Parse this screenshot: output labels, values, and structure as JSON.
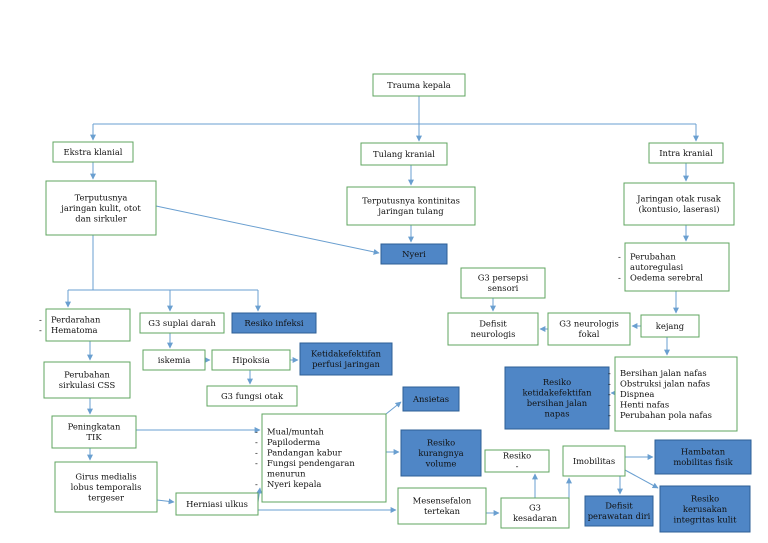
{
  "colors": {
    "box_border": "#5fa45f",
    "arrow": "#6a9fd0",
    "highlight_fill": "#4f86c6",
    "highlight_border": "#2e5f95"
  },
  "nodes": {
    "trauma_kepala": {
      "lines": [
        "Trauma kepala"
      ],
      "highlight": false
    },
    "ekstra_kranial": {
      "lines": [
        "Ekstra klanial"
      ],
      "highlight": false
    },
    "tulang_kranial": {
      "lines": [
        "Tulang kranial"
      ],
      "highlight": false
    },
    "intra_kranial": {
      "lines": [
        "Intra kranial"
      ],
      "highlight": false
    },
    "terputusnya_jaringan": {
      "lines": [
        "Terputusnya",
        "jaringan kulit, otot",
        "dan sirkuler"
      ],
      "highlight": false
    },
    "terputusnya_kontinuitas": {
      "lines": [
        "Terputusnya kontinitas",
        "jaringan tulang"
      ],
      "highlight": false
    },
    "jaringan_otak": {
      "lines": [
        "Jaringan otak rusak",
        "(kontusio, laserasi)"
      ],
      "highlight": false
    },
    "nyeri": {
      "lines": [
        "Nyeri"
      ],
      "highlight": true
    },
    "perubahan_autoregulasi": {
      "lines": [
        "Perubahan",
        "autoregulasi",
        "Oedema serebral"
      ],
      "bullets": [
        "-",
        "",
        "-"
      ],
      "highlight": false
    },
    "g3_persepsi": {
      "lines": [
        "G3 persepsi",
        "sensori"
      ],
      "highlight": false
    },
    "perdarahan": {
      "lines": [
        "Perdarahan",
        "Hematoma"
      ],
      "bullets": [
        "-",
        "-"
      ],
      "highlight": false
    },
    "g3_suplai": {
      "lines": [
        "G3 suplai darah"
      ],
      "highlight": false
    },
    "resiko_infeksi": {
      "lines": [
        "Resiko infeksi"
      ],
      "highlight": true
    },
    "defisit_neurologis": {
      "lines": [
        "Defisit",
        "neurologis"
      ],
      "highlight": false
    },
    "g3_neurologis_fokal": {
      "lines": [
        "G3 neurologis",
        "fokal"
      ],
      "highlight": false
    },
    "kejang": {
      "lines": [
        "kejang"
      ],
      "highlight": false
    },
    "perubahan_sirkulasi": {
      "lines": [
        "Perubahan",
        "sirkulasi CSS"
      ],
      "highlight": false
    },
    "iskemia": {
      "lines": [
        "iskemia"
      ],
      "highlight": false
    },
    "hipoksia": {
      "lines": [
        "Hipoksia"
      ],
      "highlight": false
    },
    "ketidakefektifan_perfusi": {
      "lines": [
        "Ketidakefektifan",
        "perfusi jaringan"
      ],
      "highlight": true
    },
    "resiko_bersihan": {
      "lines": [
        "Resiko",
        "ketidakefektifan",
        "bersihan jalan",
        "napas"
      ],
      "highlight": true
    },
    "gejala_napas": {
      "lines": [
        "Bersihan jalan nafas",
        "Obstruksi jalan nafas",
        "Dispnea",
        "Henti nafas",
        "Perubahan pola nafas"
      ],
      "bullets": [
        "-",
        "-",
        "-",
        "-",
        "-"
      ],
      "highlight": false
    },
    "g3_fungsi_otak": {
      "lines": [
        "G3 fungsi otak"
      ],
      "highlight": false
    },
    "ansietas": {
      "lines": [
        "Ansietas"
      ],
      "highlight": true
    },
    "peningkatan_tik": {
      "lines": [
        "Peningkatan",
        "TIK"
      ],
      "highlight": false
    },
    "gejala_tik": {
      "lines": [
        "Mual/muntah",
        "Papiloderma",
        "Pandangan kabur",
        "Fungsi pendengaran",
        "menurun",
        "Nyeri kepala"
      ],
      "bullets": [
        "-",
        "-",
        "-",
        "-",
        "",
        "-"
      ],
      "highlight": false
    },
    "resiko_volume": {
      "lines": [
        "Resiko",
        "kurangnya",
        "volume"
      ],
      "highlight": true
    },
    "resiko": {
      "lines": [
        "Resiko",
        "-"
      ],
      "highlight": false
    },
    "imobilitas": {
      "lines": [
        "Imobilitas"
      ],
      "highlight": false
    },
    "hambatan_mobilitas": {
      "lines": [
        "Hambatan",
        "mobilitas fisik"
      ],
      "highlight": true
    },
    "girus_medialis": {
      "lines": [
        "Girus medialis",
        "lobus temporalis",
        "tergeser"
      ],
      "highlight": false
    },
    "herniasi_ulkus": {
      "lines": [
        "Herniasi ulkus"
      ],
      "highlight": false
    },
    "mesensefalon": {
      "lines": [
        "Mesensefalon",
        "tertekan"
      ],
      "highlight": false
    },
    "g3_kesadaran": {
      "lines": [
        "G3",
        "kesadaran"
      ],
      "highlight": false
    },
    "defisit_perawatan": {
      "lines": [
        "Defisit",
        "perawatan diri"
      ],
      "highlight": true
    },
    "resiko_kerusakan": {
      "lines": [
        "Resiko",
        "kerusakan",
        "integritas kulit"
      ],
      "highlight": true
    }
  }
}
